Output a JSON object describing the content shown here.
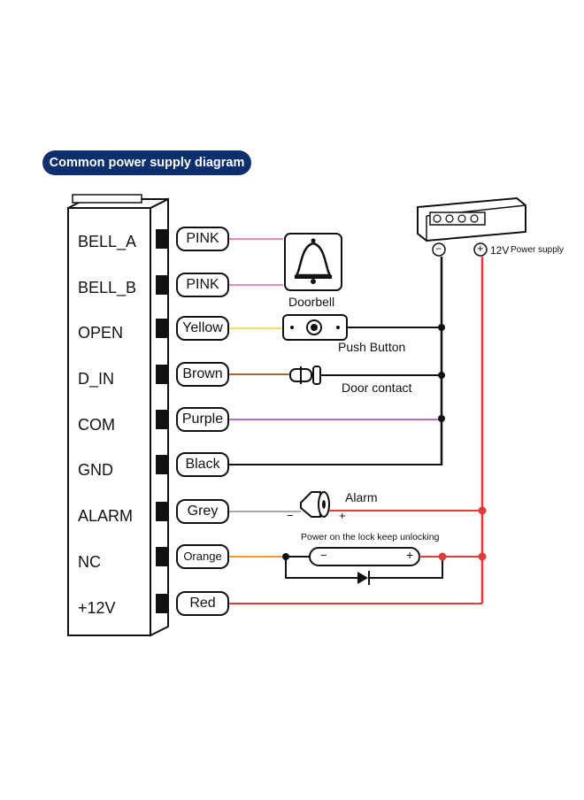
{
  "title": "Common power supply diagram",
  "terminals": [
    "BELL_A",
    "BELL_B",
    "OPEN",
    "D_IN",
    "COM",
    "GND",
    "ALARM",
    "NC",
    "+12V"
  ],
  "wires": [
    {
      "label": "PINK",
      "color": "#e88ab4"
    },
    {
      "label": "PINK",
      "color": "#e88ab4"
    },
    {
      "label": "Yellow",
      "color": "#f2e25a"
    },
    {
      "label": "Brown",
      "color": "#b5671d"
    },
    {
      "label": "Purple",
      "color": "#b26fc9"
    },
    {
      "label": "Black",
      "color": "#111111"
    },
    {
      "label": "Grey",
      "color": "#aaaaaa"
    },
    {
      "label": "Orange",
      "color": "#f0962a"
    },
    {
      "label": "Red",
      "color": "#e23a3a"
    }
  ],
  "devices": {
    "doorbell": "Doorbell",
    "push_button": "Push Button",
    "door_contact": "Door contact",
    "alarm": "Alarm",
    "lock_note": "Power on the lock keep unlocking",
    "psu_voltage": "12V",
    "psu_label": "Power supply"
  },
  "symbols": {
    "minus": "−",
    "plus": "+",
    "psu_minus": "−",
    "psu_plus": "+"
  },
  "colors": {
    "title_bg": "#0e2f6e",
    "positive": "#e23a3a",
    "negative": "#111111"
  }
}
